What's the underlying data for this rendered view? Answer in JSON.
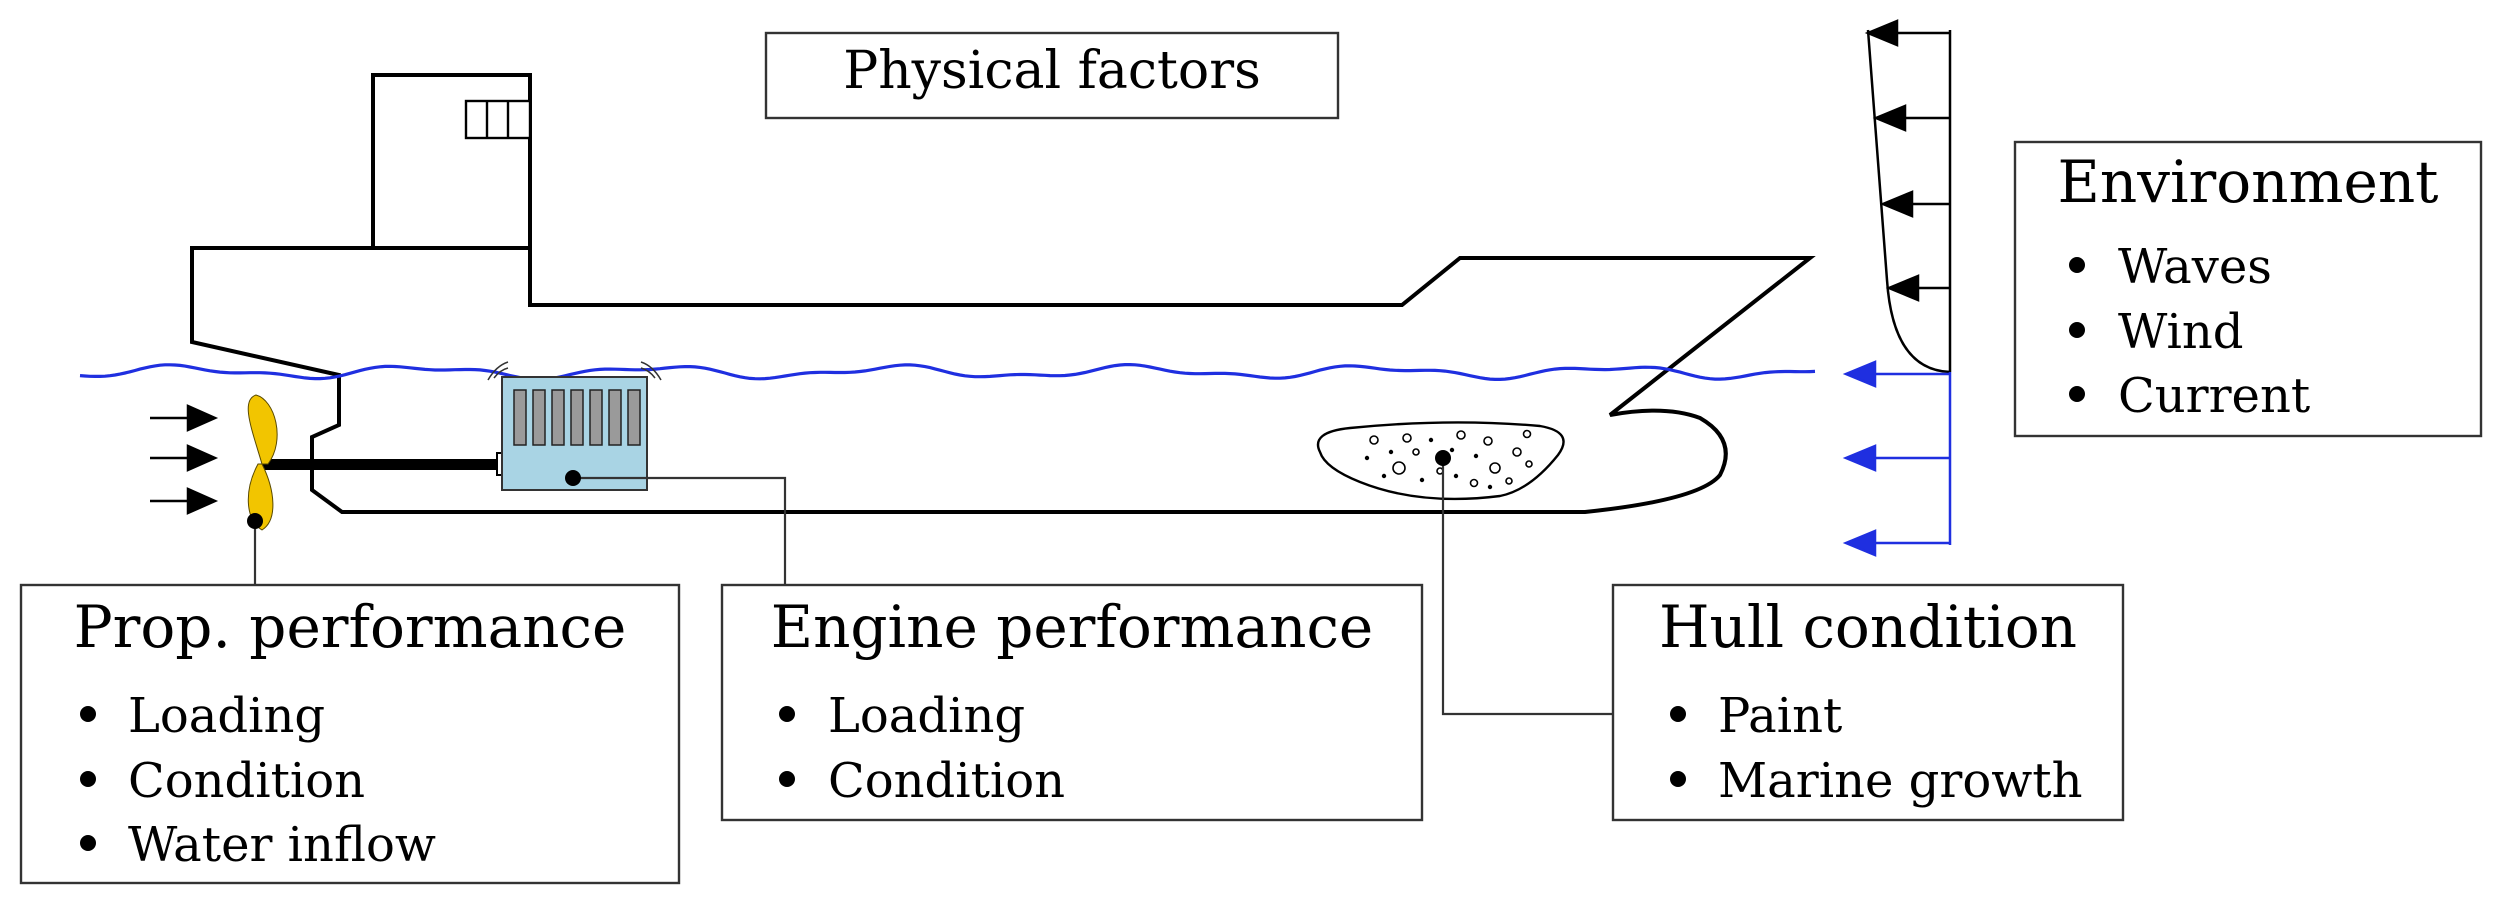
{
  "title": "Physical factors",
  "boxes": {
    "environment": {
      "heading": "Environment",
      "items": [
        "Waves",
        "Wind",
        "Current"
      ]
    },
    "prop_performance": {
      "heading": "Prop. performance",
      "items": [
        "Loading",
        "Condition",
        "Water inflow"
      ]
    },
    "engine_performance": {
      "heading": "Engine performance",
      "items": [
        "Loading",
        "Condition"
      ]
    },
    "hull_condition": {
      "heading": "Hull condition",
      "items": [
        "Paint",
        "Marine growth"
      ]
    }
  },
  "colors": {
    "water": "#1f2fe0",
    "propeller": "#f2c500",
    "engine": "#a9d4e4",
    "wind_arrows": "#000000",
    "current_arrows": "#1f2fe0"
  }
}
